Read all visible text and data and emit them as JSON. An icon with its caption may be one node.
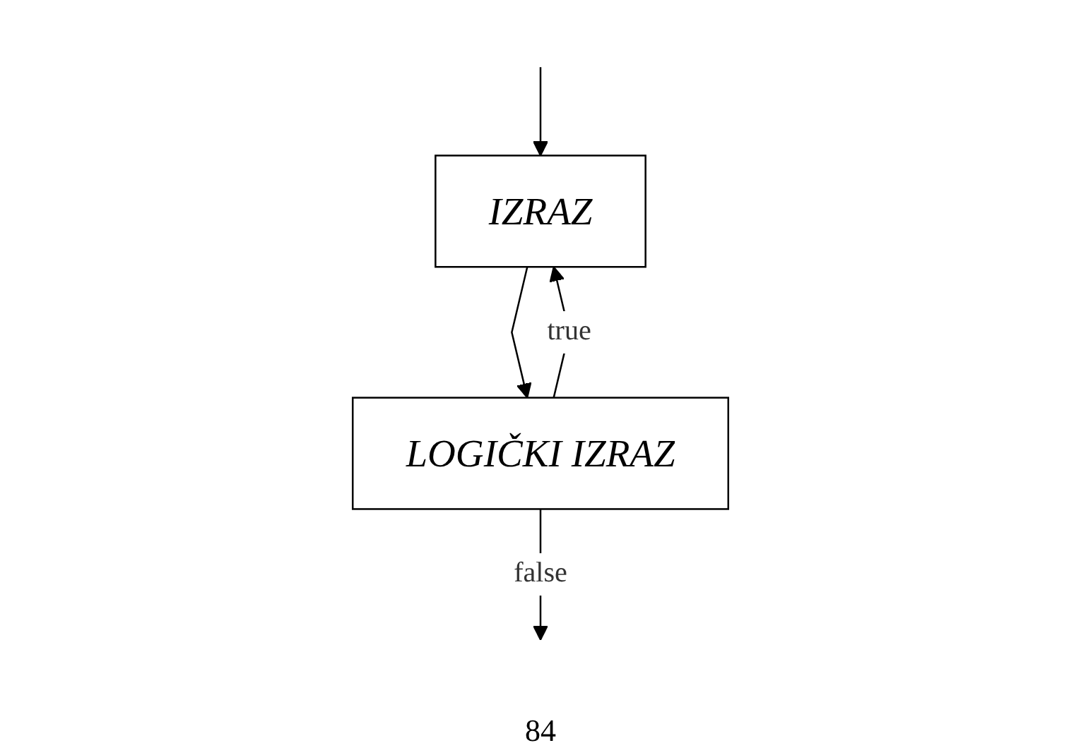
{
  "diagram": {
    "nodes": [
      {
        "text": [
          "IZRAZ"
        ]
      },
      {
        "text": [
          "LOGIČKI IZRAZ"
        ]
      }
    ],
    "edges": [
      {
        "from": null,
        "to": 0,
        "arrow": "to"
      },
      {
        "from": 0,
        "to": 1,
        "arrow": "to"
      },
      {
        "from": 1,
        "to": 0,
        "arrow": "to",
        "label": "true"
      },
      {
        "from": 1,
        "to": null,
        "arrow": "to",
        "label": "false"
      }
    ],
    "labels": [
      "84"
    ]
  }
}
